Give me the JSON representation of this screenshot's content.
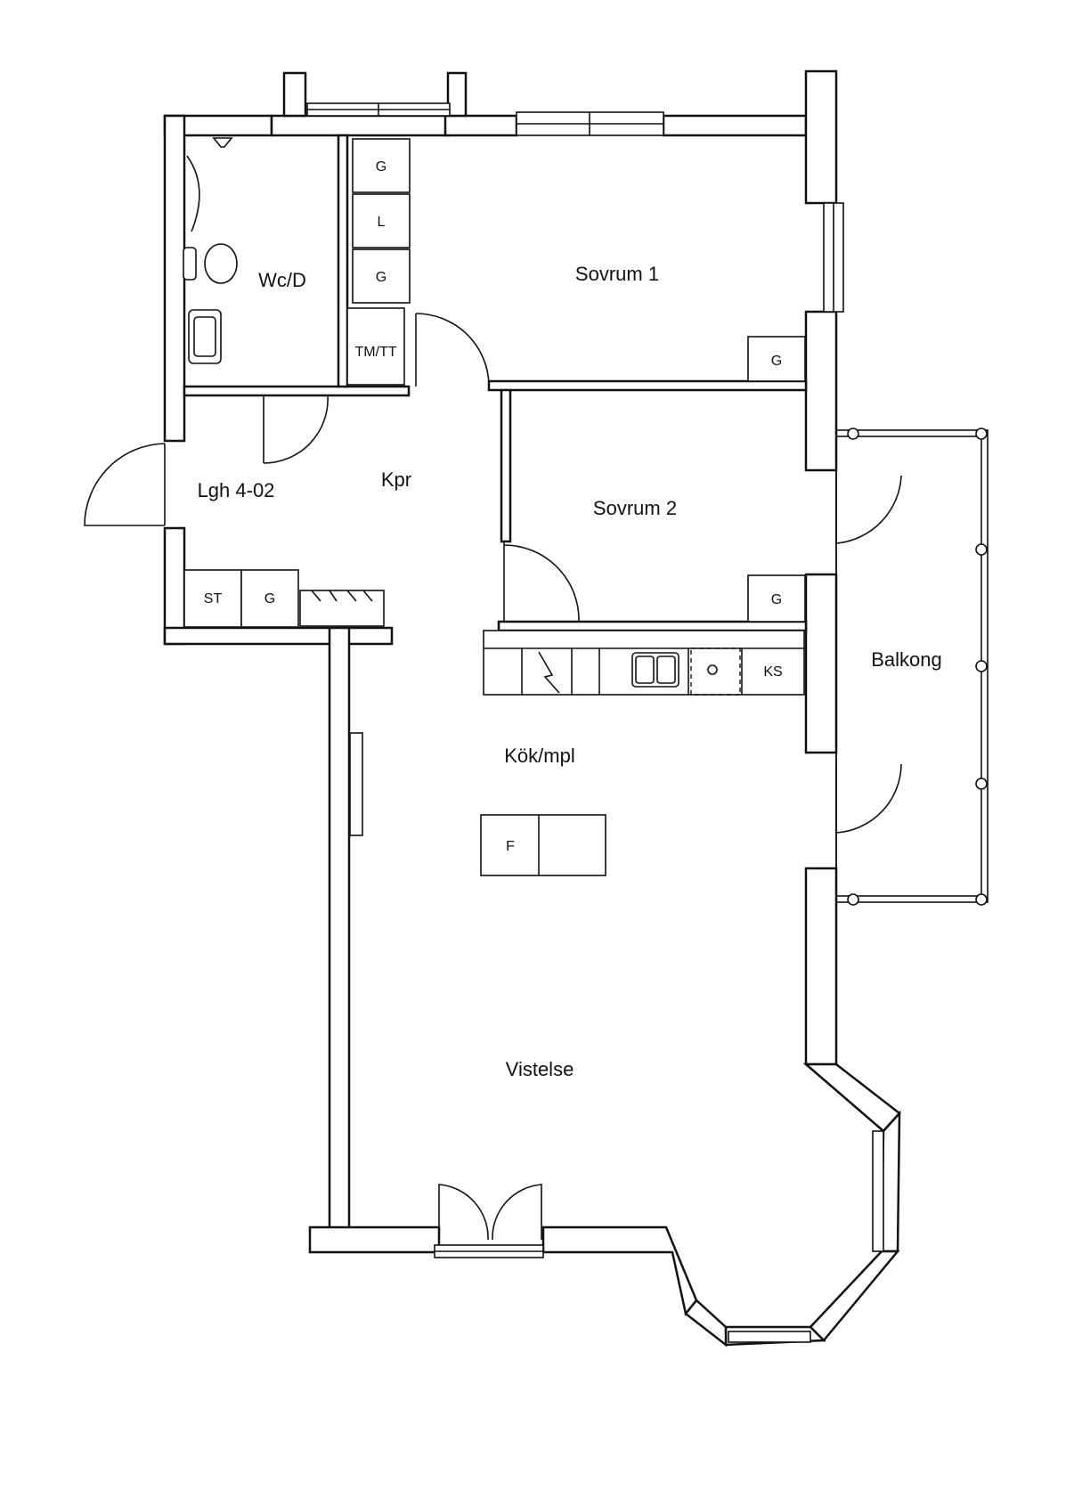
{
  "rooms": {
    "wc": "Wc/D",
    "sovrum1": "Sovrum 1",
    "sovrum2": "Sovrum 2",
    "apartment": "Lgh 4-02",
    "kpr": "Kpr",
    "kok": "Kök/mpl",
    "vistelse": "Vistelse",
    "balkong": "Balkong"
  },
  "fixtures": {
    "g": "G",
    "l": "L",
    "tmtt": "TM/TT",
    "st": "ST",
    "ks": "KS",
    "f": "F"
  }
}
